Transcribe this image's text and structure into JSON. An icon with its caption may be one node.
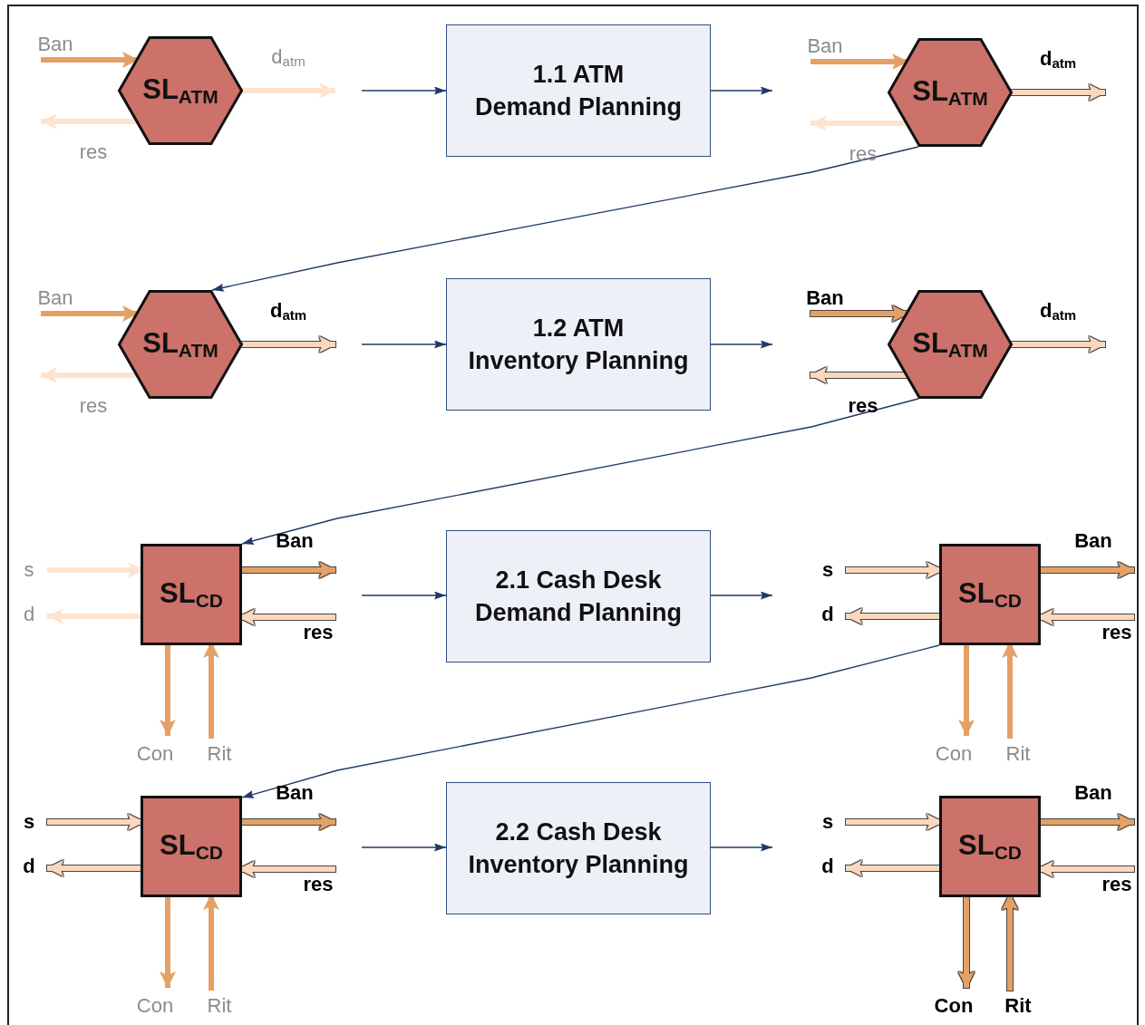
{
  "diagram": {
    "nodes": [
      {
        "text": [
          "Ban"
        ]
      },
      {
        "text": [
          "SL$_{ATM}$"
        ]
      },
      {
        "text": [
          "d$_{atm}$"
        ]
      },
      {
        "text": [
          "res"
        ]
      },
      {
        "text": [
          "1.1 ATM",
          "Demand Planning"
        ]
      },
      {
        "text": [
          "Ban"
        ]
      },
      {
        "text": [
          "SL$_{ATM}$"
        ]
      },
      {
        "text": [
          "d$_{atm}$"
        ]
      },
      {
        "text": [
          "res"
        ]
      },
      {
        "text": [
          "Ban"
        ]
      },
      {
        "text": [
          "SL$_{ATM}$"
        ]
      },
      {
        "text": [
          "d$_{atm}$"
        ]
      },
      {
        "text": [
          "res"
        ]
      },
      {
        "text": [
          "1.2 ATM",
          "Inventory Planning"
        ]
      },
      {
        "text": [
          "Ban"
        ]
      },
      {
        "text": [
          "SL$_{ATM}$"
        ]
      },
      {
        "text": [
          "d$_{atm}$"
        ]
      },
      {
        "text": [
          "res"
        ]
      },
      {
        "text": [
          "s"
        ]
      },
      {
        "text": [
          "d"
        ]
      },
      {
        "text": [
          "SL$_{CD}$"
        ]
      },
      {
        "text": [
          "Ban"
        ]
      },
      {
        "text": [
          "res"
        ]
      },
      {
        "text": [
          "Con"
        ]
      },
      {
        "text": [
          "Rit"
        ]
      },
      {
        "text": [
          "2.1 Cash Desk",
          "Demand Planning"
        ]
      },
      {
        "text": [
          "s"
        ]
      },
      {
        "text": [
          "d"
        ]
      },
      {
        "text": [
          "SL$_{CD}$"
        ]
      },
      {
        "text": [
          "Ban"
        ]
      },
      {
        "text": [
          "res"
        ]
      },
      {
        "text": [
          "Con"
        ]
      },
      {
        "text": [
          "Rit"
        ]
      },
      {
        "text": [
          "s"
        ]
      },
      {
        "text": [
          "d"
        ]
      },
      {
        "text": [
          "SL$_{CD}$"
        ]
      },
      {
        "text": [
          "Ban"
        ]
      },
      {
        "text": [
          "res"
        ]
      },
      {
        "text": [
          "Con"
        ]
      },
      {
        "text": [
          "Rit"
        ]
      },
      {
        "text": [
          "2.2 Cash Desk",
          "Inventory Planning"
        ]
      },
      {
        "text": [
          "s"
        ]
      },
      {
        "text": [
          "d"
        ]
      },
      {
        "text": [
          "SL$_{CD}$"
        ]
      },
      {
        "text": [
          "Ban"
        ]
      },
      {
        "text": [
          "res"
        ]
      },
      {
        "text": [
          "Con"
        ]
      },
      {
        "text": [
          "Rit"
        ]
      }
    ],
    "edges": [
      {
        "from": 0,
        "to": 1,
        "arrow": "to",
        "color": "#e5a066"
      },
      {
        "from": 1,
        "to": 2,
        "arrow": "to",
        "color": "#fde4d0"
      },
      {
        "from": 1,
        "to": 3,
        "arrow": "to",
        "color": "#fde4d0"
      },
      {
        "from": null,
        "to": 4,
        "arrow": "to",
        "color": "#1f3a66"
      },
      {
        "from": 4,
        "to": null,
        "arrow": "to",
        "color": "#1f3a66"
      },
      {
        "from": 5,
        "to": 6,
        "arrow": "to",
        "color": "#e5a066"
      },
      {
        "from": 6,
        "to": 7,
        "arrow": "to",
        "color": "#fad7bd"
      },
      {
        "from": 6,
        "to": 8,
        "arrow": "to",
        "color": "#fde4d0"
      },
      {
        "from": 6,
        "to": 10,
        "arrow": "to",
        "color": "#1f3a66"
      },
      {
        "from": 9,
        "to": 10,
        "arrow": "to",
        "color": "#e5a066"
      },
      {
        "from": 10,
        "to": 11,
        "arrow": "to",
        "color": "#fad7bd"
      },
      {
        "from": 10,
        "to": 12,
        "arrow": "to",
        "color": "#fde4d0"
      },
      {
        "from": null,
        "to": 13,
        "arrow": "to",
        "color": "#1f3a66"
      },
      {
        "from": 13,
        "to": null,
        "arrow": "to",
        "color": "#1f3a66"
      },
      {
        "from": 14,
        "to": 15,
        "arrow": "to",
        "color": "#e5a066"
      },
      {
        "from": 15,
        "to": 16,
        "arrow": "to",
        "color": "#fad7bd"
      },
      {
        "from": 15,
        "to": 17,
        "arrow": "to",
        "color": "#fad7bd"
      },
      {
        "from": 15,
        "to": 20,
        "arrow": "to",
        "color": "#1f3a66"
      },
      {
        "from": 18,
        "to": 20,
        "arrow": "to",
        "color": "#fde4d0"
      },
      {
        "from": 20,
        "to": 19,
        "arrow": "to",
        "color": "#fde4d0"
      },
      {
        "from": 20,
        "to": 21,
        "arrow": "to",
        "color": "#e5a066"
      },
      {
        "from": 22,
        "to": 20,
        "arrow": "to",
        "color": "#fad7bd"
      },
      {
        "from": 20,
        "to": 23,
        "arrow": "to",
        "color": "#e5a066"
      },
      {
        "from": 24,
        "to": 20,
        "arrow": "to",
        "color": "#e5a066"
      },
      {
        "from": null,
        "to": 25,
        "arrow": "to",
        "color": "#1f3a66"
      },
      {
        "from": 25,
        "to": null,
        "arrow": "to",
        "color": "#1f3a66"
      },
      {
        "from": 26,
        "to": 28,
        "arrow": "to",
        "color": "#fad7bd"
      },
      {
        "from": 28,
        "to": 27,
        "arrow": "to",
        "color": "#fad7bd"
      },
      {
        "from": 28,
        "to": 29,
        "arrow": "to",
        "color": "#e5a066"
      },
      {
        "from": 30,
        "to": 28,
        "arrow": "to",
        "color": "#fad7bd"
      },
      {
        "from": 28,
        "to": 31,
        "arrow": "to",
        "color": "#e5a066"
      },
      {
        "from": 32,
        "to": 28,
        "arrow": "to",
        "color": "#e5a066"
      },
      {
        "from": 28,
        "to": 35,
        "arrow": "to",
        "color": "#1f3a66"
      },
      {
        "from": 33,
        "to": 35,
        "arrow": "to",
        "color": "#fad7bd"
      },
      {
        "from": 35,
        "to": 34,
        "arrow": "to",
        "color": "#fad7bd"
      },
      {
        "from": 35,
        "to": 36,
        "arrow": "to",
        "color": "#e5a066"
      },
      {
        "from": 37,
        "to": 35,
        "arrow": "to",
        "color": "#fad7bd"
      },
      {
        "from": 35,
        "to": 38,
        "arrow": "to",
        "color": "#e5a066"
      },
      {
        "from": 39,
        "to": 35,
        "arrow": "to",
        "color": "#e5a066"
      },
      {
        "from": null,
        "to": 40,
        "arrow": "to",
        "color": "#1f3a66"
      },
      {
        "from": 40,
        "to": null,
        "arrow": "to",
        "color": "#1f3a66"
      },
      {
        "from": 41,
        "to": 43,
        "arrow": "to",
        "color": "#fad7bd"
      },
      {
        "from": 43,
        "to": 42,
        "arrow": "to",
        "color": "#fad7bd"
      },
      {
        "from": 43,
        "to": 44,
        "arrow": "to",
        "color": "#e5a066"
      },
      {
        "from": 45,
        "to": 43,
        "arrow": "to",
        "color": "#fad7bd"
      },
      {
        "from": 43,
        "to": 46,
        "arrow": "to",
        "color": "#e5a066"
      },
      {
        "from": 47,
        "to": 43,
        "arrow": "to",
        "color": "#e5a066"
      }
    ]
  }
}
